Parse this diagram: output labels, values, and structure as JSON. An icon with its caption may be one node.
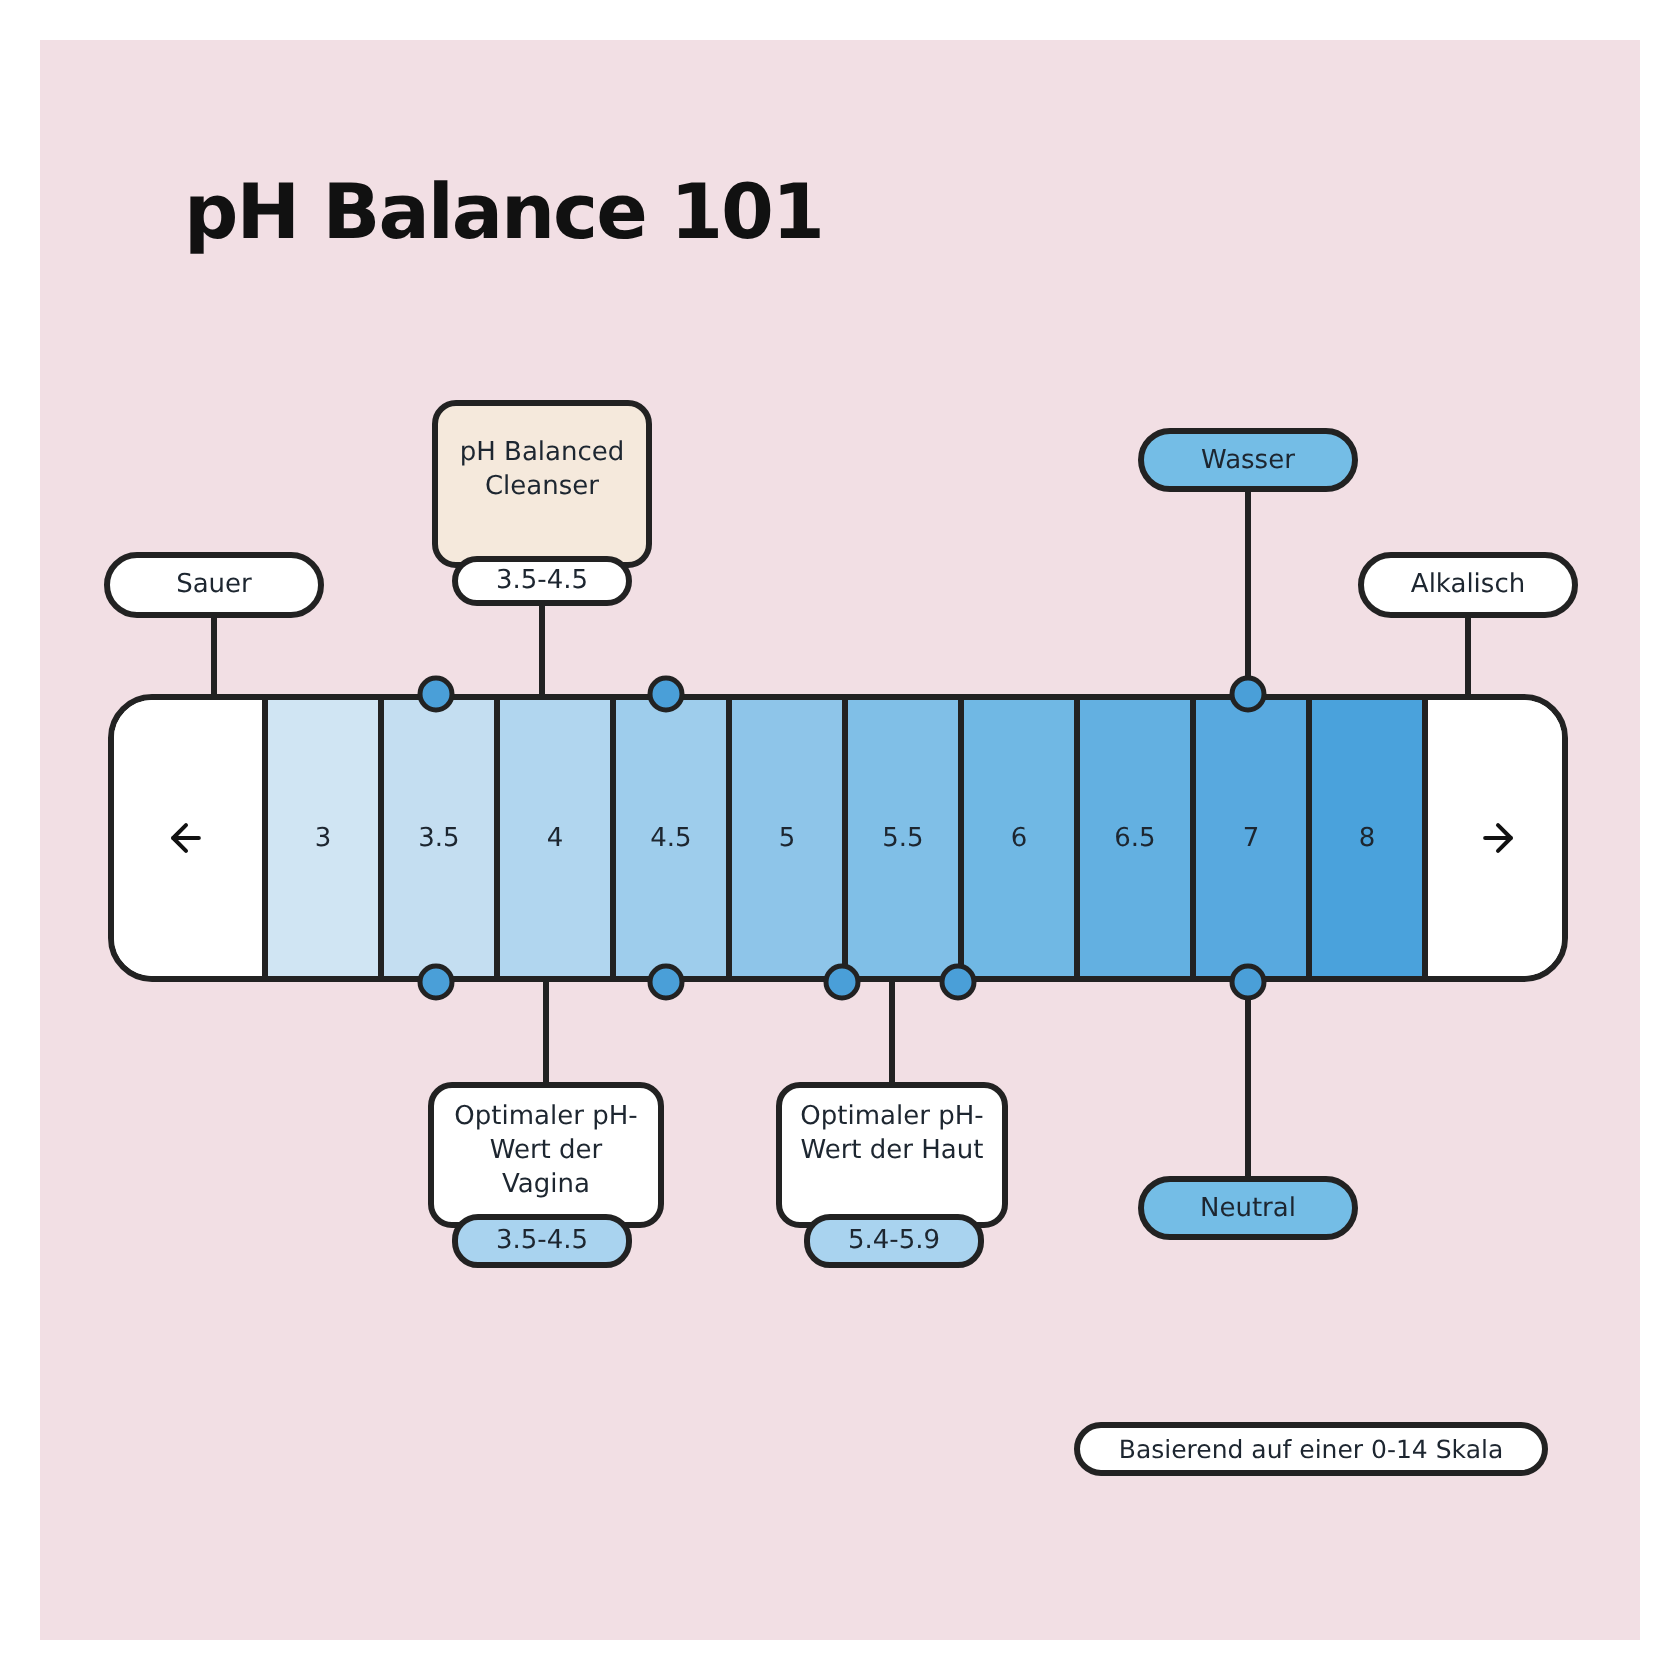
{
  "diagram": {
    "title": "pH Balance 101",
    "nodes": [
      {
        "text": [
          "Sauer"
        ]
      },
      {
        "text": [
          "pH Balanced Cleanser"
        ]
      },
      {
        "text": [
          "3.5-4.5"
        ]
      },
      {
        "text": [
          "Wasser"
        ]
      },
      {
        "text": [
          "Alkalisch"
        ]
      },
      {
        "text": [],
        "shape": "bar"
      },
      {
        "text": [],
        "shape": "box",
        "in": 5
      },
      {
        "text": [
          "3"
        ],
        "in": 5
      },
      {
        "text": [
          "3.5"
        ],
        "in": 5
      },
      {
        "text": [
          "4"
        ],
        "in": 5
      },
      {
        "text": [
          "4.5"
        ],
        "in": 5
      },
      {
        "text": [
          "5"
        ],
        "in": 5
      },
      {
        "text": [
          "5.5"
        ],
        "in": 5
      },
      {
        "text": [
          "6"
        ],
        "in": 5
      },
      {
        "text": [
          "6.5"
        ],
        "in": 5
      },
      {
        "text": [
          "7"
        ],
        "in": 5
      },
      {
        "text": [
          "8"
        ],
        "in": 5
      },
      {
        "text": [],
        "shape": "box",
        "in": 5
      },
      {
        "text": [
          "Optimaler pH-Wert der Vagina"
        ]
      },
      {
        "text": [
          "3.5-4.5"
        ]
      },
      {
        "text": [
          "Optimaler pH-Wert der Haut"
        ]
      },
      {
        "text": [
          "5.4-5.9"
        ]
      },
      {
        "text": [
          "Neutral"
        ]
      },
      {
        "text": [
          "Basierend auf einer 0-14 Skala"
        ]
      }
    ],
    "edges": [
      {
        "from": 0,
        "to": 6,
        "arrow": "none"
      },
      {
        "from": 2,
        "to": 9,
        "arrow": "none"
      },
      {
        "from": 3,
        "to": 15,
        "arrow": "other"
      },
      {
        "from": 4,
        "to": 17,
        "arrow": "none"
      },
      {
        "from": 18,
        "to": 9,
        "arrow": "none"
      },
      {
        "from": 20,
        "to": 12,
        "arrow": "none"
      },
      {
        "from": 22,
        "to": 15,
        "arrow": "other"
      }
    ]
  }
}
